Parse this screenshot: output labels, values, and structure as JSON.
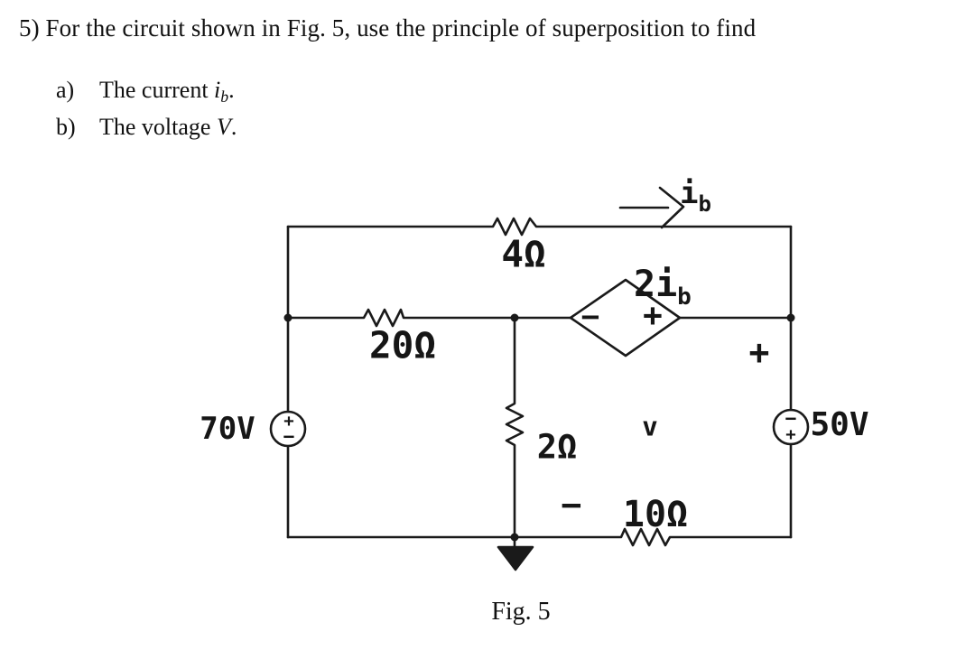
{
  "problem": {
    "title": "5) For the circuit shown in Fig. 5, use the principle of superposition to find",
    "items": [
      {
        "label": "a)",
        "text": "The current ",
        "math": "i",
        "sub": "b",
        "suffix": "."
      },
      {
        "label": "b)",
        "text": "The voltage ",
        "math": "V",
        "sub": "",
        "suffix": "."
      }
    ]
  },
  "circuit": {
    "labels": {
      "r4": "4Ω",
      "r20": "20Ω",
      "r2": "2Ω",
      "r10": "10Ω",
      "v70": "70V",
      "v50": "50V",
      "dep_base": "2i",
      "dep_sub": "b",
      "ib_base": "i",
      "ib_sub": "b",
      "v_plus": "+",
      "v_label": "v",
      "v_minus": "−",
      "dep_minus": "−",
      "dep_plus": "+",
      "src70_plus": "+",
      "src70_minus": "−",
      "src50_minus": "−",
      "src50_plus": "+"
    },
    "line_color": "#1a1a1a"
  },
  "caption": "Fig. 5"
}
